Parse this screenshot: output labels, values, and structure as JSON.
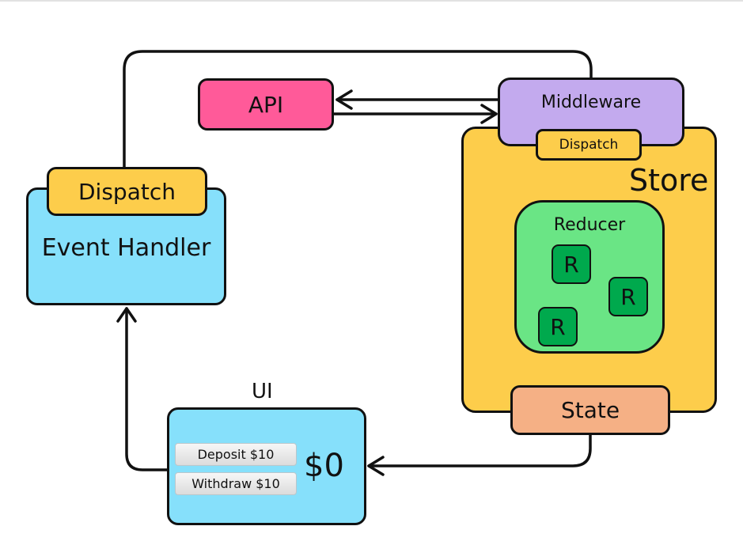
{
  "diagram": {
    "nodes": {
      "api": {
        "label": "API",
        "color": "#ff5a99"
      },
      "middleware": {
        "label": "Middleware",
        "color": "#c3aaee"
      },
      "middleware_dispatch": {
        "label": "Dispatch",
        "color": "#fdcd4b"
      },
      "store": {
        "label": "Store",
        "color": "#fdcd4b"
      },
      "reducer": {
        "label": "Reducer",
        "color": "#6ae585"
      },
      "reducers": [
        {
          "label": "R"
        },
        {
          "label": "R"
        },
        {
          "label": "R"
        }
      ],
      "reducer_item_color": "#00a94d",
      "state": {
        "label": "State",
        "color": "#f5b085"
      },
      "event_handler": {
        "label": "Event Handler",
        "color": "#86e0fb"
      },
      "event_handler_dispatch": {
        "label": "Dispatch",
        "color": "#fdcd4b"
      },
      "ui": {
        "title": "UI",
        "color": "#86e0fb",
        "buttons": [
          {
            "label": "Deposit $10"
          },
          {
            "label": "Withdraw $10"
          }
        ],
        "balance": "$0"
      }
    },
    "edges": [
      {
        "from": "Event Handler Dispatch",
        "to": "Middleware"
      },
      {
        "from": "Middleware",
        "to": "API"
      },
      {
        "from": "API",
        "to": "Middleware"
      },
      {
        "from": "Middleware Dispatch",
        "to": "Reducer"
      },
      {
        "from": "State",
        "to": "Reducer"
      },
      {
        "from": "Reducer",
        "to": "State"
      },
      {
        "from": "State",
        "to": "UI"
      },
      {
        "from": "UI",
        "to": "Event Handler"
      }
    ]
  }
}
